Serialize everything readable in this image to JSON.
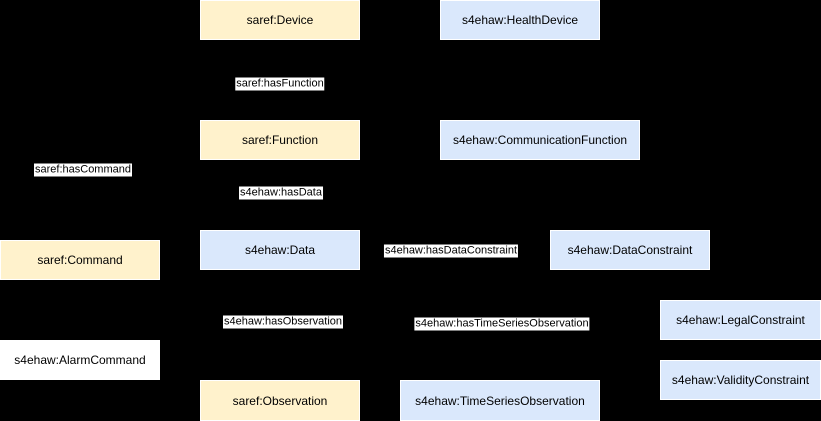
{
  "diagram": {
    "nodes": [
      {
        "id": "saref-device",
        "label": "saref:Device",
        "category": "saref"
      },
      {
        "id": "s4ehaw-healthdevice",
        "label": "s4ehaw:HealthDevice",
        "category": "s4ehaw"
      },
      {
        "id": "saref-function",
        "label": "saref:Function",
        "category": "saref"
      },
      {
        "id": "s4ehaw-communicationfunction",
        "label": "s4ehaw:CommunicationFunction",
        "category": "s4ehaw"
      },
      {
        "id": "saref-command",
        "label": "saref:Command",
        "category": "saref"
      },
      {
        "id": "s4ehaw-data",
        "label": "s4ehaw:Data",
        "category": "s4ehaw"
      },
      {
        "id": "s4ehaw-dataconstraint",
        "label": "s4ehaw:DataConstraint",
        "category": "s4ehaw"
      },
      {
        "id": "s4ehaw-legalconstraint",
        "label": "s4ehaw:LegalConstraint",
        "category": "s4ehaw"
      },
      {
        "id": "s4ehaw-alarmcommand",
        "label": "s4ehaw:AlarmCommand",
        "category": "plain"
      },
      {
        "id": "s4ehaw-validityconstraint",
        "label": "s4ehaw:ValidityConstraint",
        "category": "s4ehaw"
      },
      {
        "id": "saref-observation",
        "label": "saref:Observation",
        "category": "saref"
      },
      {
        "id": "s4ehaw-timeseriesobservation",
        "label": "s4ehaw:TimeSeriesObservation",
        "category": "s4ehaw"
      }
    ],
    "edge_labels": [
      {
        "id": "saref-hasfunction",
        "label": "saref:hasFunction"
      },
      {
        "id": "saref-hascommand",
        "label": "saref:hasCommand"
      },
      {
        "id": "s4ehaw-hasdata",
        "label": "s4ehaw:hasData"
      },
      {
        "id": "s4ehaw-hasdataconstraint",
        "label": "s4ehaw:hasDataConstraint"
      },
      {
        "id": "s4ehaw-hasobservation",
        "label": "s4ehaw:hasObservation"
      },
      {
        "id": "s4ehaw-hastimeseriesobservation",
        "label": "s4ehaw:hasTimeSeriesObservation"
      }
    ],
    "colors": {
      "background": "#000000",
      "saref_node_fill": "#FFF2CC",
      "s4ehaw_node_fill": "#DAE8FC",
      "plain_node_fill": "#FFFFFF",
      "node_border": "#FFFFFF",
      "node_text": "#000000",
      "edge_label_bg": "#FFFFFF",
      "edge_label_text": "#000000"
    }
  }
}
